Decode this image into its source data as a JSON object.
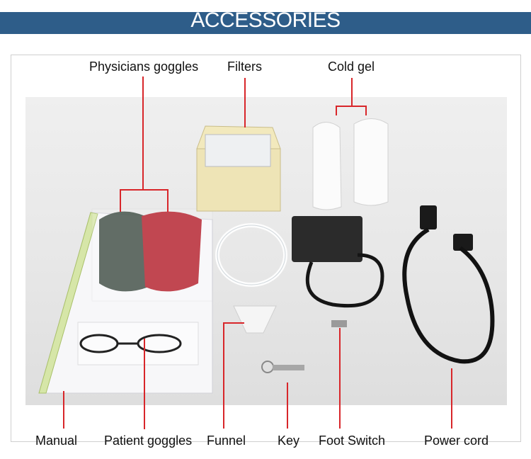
{
  "header": {
    "title": "ACCESSORIES"
  },
  "labels": {
    "physicians_goggles": "Physicians goggles",
    "filters": "Filters",
    "cold_gel": "Cold gel",
    "manual": "Manual",
    "patient_goggles": "Patient goggles",
    "funnel": "Funnel",
    "key": "Key",
    "foot_switch": "Foot Switch",
    "power_cord": "Power cord"
  },
  "colors": {
    "banner": "#2e5d89",
    "callout_line": "#d8262a"
  }
}
